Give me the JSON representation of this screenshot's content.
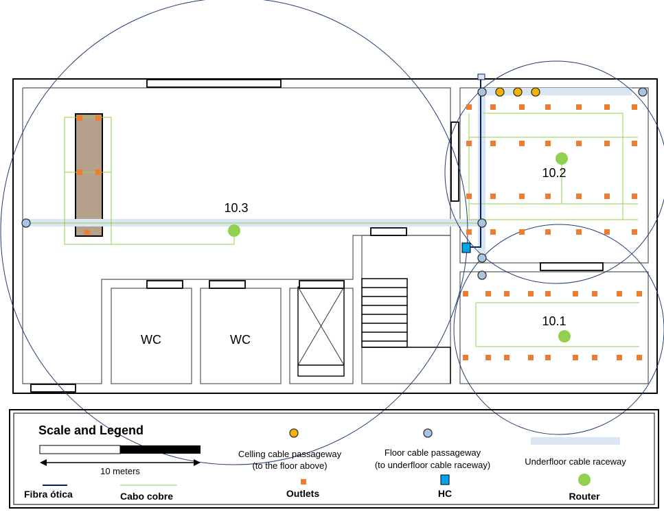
{
  "rooms": {
    "labels": [
      "10.3",
      "10.2",
      "10.1"
    ],
    "wc_labels": [
      "WC",
      "WC"
    ]
  },
  "legend": {
    "title": "Scale and Legend",
    "scale_label": "10 meters",
    "items": {
      "ceiling_passage": [
        "Celling cable passageway",
        "(to the floor above)"
      ],
      "floor_passage": [
        "Floor cable passageway",
        "(to underfloor cable raceway)"
      ],
      "raceway": "Underfloor cable raceway",
      "fiber": "Fibra ótica",
      "copper": "Cabo cobre",
      "outlets": "Outlets",
      "hc": "HC",
      "router": "Router"
    }
  },
  "colors": {
    "outlet": "#ed7d31",
    "router": "#92d050",
    "ceiling_passage": "#f4b400",
    "floor_passage": "#a9c4e0",
    "raceway": "#dae6f3",
    "fiber": "#002060",
    "copper": "#92d050",
    "hc": "#00a2e8",
    "coverage": "#1f3c74",
    "column": "#b5a08c"
  }
}
